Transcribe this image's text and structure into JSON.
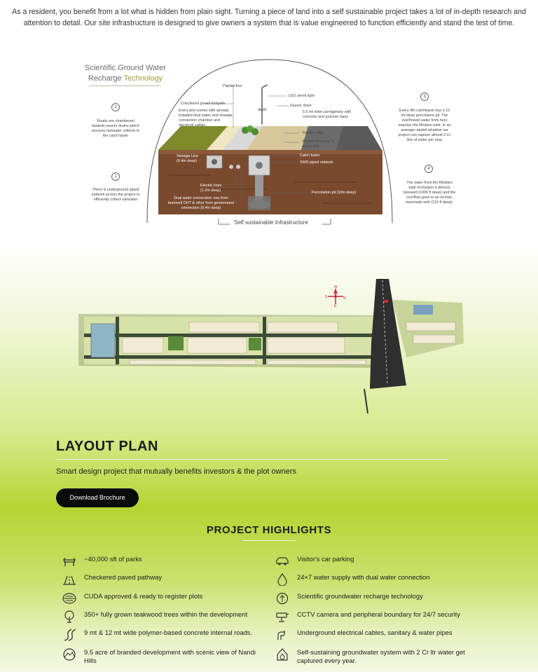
{
  "intro": "As a resident, you benefit from a lot what is hidden from plain sight. Turning a piece of land into a self sustainable project takes a lot of in-depth research and attention to detail. Our site infrastructure is designed to give owners a system that is value engineered to function efficiently and stand the test of time.",
  "diagram": {
    "title_line1": "Scientific Ground Water",
    "title_line2a": "Recharge ",
    "title_line2b": "Technology",
    "bottom_label": "Self sustainable Infrastructure",
    "labels": {
      "planter_box": "Planter box",
      "led": "LED street light",
      "kerb": "Kerb",
      "saucer": "Saucer drain",
      "checkered": "Checkered paved footpath",
      "every_plot": "Every plot comes with already installed dual water and sewage connection chamber and electrical cables",
      "carriageway": "5.5 mt wide carriageway with concrete and polymer base",
      "feeder": "Feeder pillar",
      "driveway": "Private driveway to every plot",
      "sewage": "Sewage Line (0.4m deep)",
      "catch": "Catch basin",
      "swd": "SWD piped network",
      "electric": "Electric lines (1.2m deep)",
      "dual_water": "Dual water connection: one from borewell OHT & other from government connection (0.4m deep)",
      "percolation": "Percolation pit (10m deep)"
    },
    "notes": {
      "n1_num": "1",
      "n1": "There is underground piped network across the project to efficiently collect rainwater",
      "n2_num": "2",
      "n2": "Roads are chambered towards saucer drains which ensures rainwater collects in the catch basin",
      "n3_num": "3",
      "n3": "Every 4th catchbasin has a 10 mt deep percolation pit. The overflowed water from here reaches the filtration tank. In an average rainfall situation our project can capture almost 2 Cr litre of water per year",
      "n4_num": "4",
      "n4": "The water from the filtration tank recharges a defunct borewell (1000 ft deep) and the overflow goes to an archaic manmade well (210 ft deep)."
    }
  },
  "compass": {
    "n": "N",
    "e": "E",
    "s": "S",
    "w": "W"
  },
  "layout": {
    "title": "LAYOUT PLAN",
    "subtitle": "Smart design project that mutually benefits investors & the plot owners",
    "button": "Download Brochure"
  },
  "highlights": {
    "title": "PROJECT HIGHLIGHTS",
    "left": [
      {
        "icon": "park-bench-icon",
        "text": "~40,000 sft of parks"
      },
      {
        "icon": "pathway-icon",
        "text": "Checkered paved pathway"
      },
      {
        "icon": "approval-stamp-icon",
        "text": "CUDA approved & ready to register plots"
      },
      {
        "icon": "tree-icon",
        "text": "350+ fully grown teakwood trees within the development"
      },
      {
        "icon": "road-icon",
        "text": "9 mt & 12 mt wide polymer-based concrete internal roads."
      },
      {
        "icon": "hills-view-icon",
        "text": "9.5 acre of branded development with scenic view of Nandi Hills"
      }
    ],
    "right": [
      {
        "icon": "car-icon",
        "text": "Visitor's car parking"
      },
      {
        "icon": "water-drop-icon",
        "text": "24×7 water supply with dual water connection"
      },
      {
        "icon": "groundwater-icon",
        "text": "Scientific groundwater recharge technology"
      },
      {
        "icon": "cctv-icon",
        "text": "CCTV camera and peripheral boundary for 24/7 security"
      },
      {
        "icon": "pipes-icon",
        "text": "Underground electrical cables, sanitary & water pipes"
      },
      {
        "icon": "rain-tank-icon",
        "text": "Self-sustaining groundwater system with 2 Cr ltr water get captured every year."
      }
    ]
  },
  "colors": {
    "accent_green": "#b6d432",
    "title_olive": "#9a9f3a",
    "button_bg": "#0b0b0b",
    "soil_brown": "#7a4a2f",
    "road_grey": "#5a5a5a",
    "compass_red": "#d0283a"
  }
}
